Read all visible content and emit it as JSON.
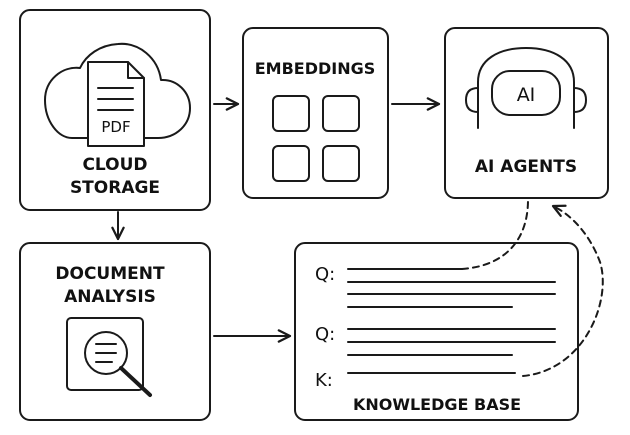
{
  "nodes": {
    "cloud_storage": {
      "title_line1": "CLOUD",
      "title_line2": "STORAGE",
      "file_label": "PDF"
    },
    "embeddings": {
      "title": "EMBEDDINGS"
    },
    "ai_agents": {
      "title": "AI AGENTS",
      "badge": "AI"
    },
    "document_analysis": {
      "title_line1": "DOCUMENT",
      "title_line2": "ANALYSIS"
    },
    "knowledge_base": {
      "title": "KNOWLEDGE BASE",
      "rows": [
        {
          "prefix": "Q:"
        },
        {
          "prefix": "Q:"
        },
        {
          "prefix": "K:"
        }
      ]
    }
  }
}
